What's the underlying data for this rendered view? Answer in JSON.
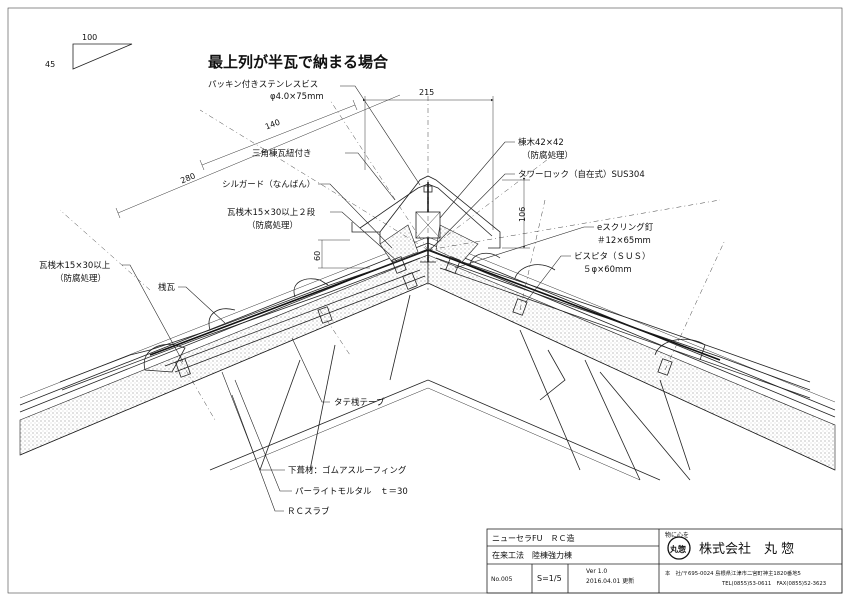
{
  "title": "最上列が半瓦で納まる場合",
  "slope": {
    "run": "100",
    "rise": "45"
  },
  "dimensions": {
    "d215": "215",
    "d140": "140",
    "d280": "280",
    "d106": "106",
    "d60": "60"
  },
  "labels": {
    "packing_screw_1": "パッキン付きステンレスビス",
    "packing_screw_2": "φ4.0×75mm",
    "triangle_ridge": "三角棟瓦紐付き",
    "sill_guard": "シルガード（なんばん）",
    "batten_two_1": "瓦桟木15×30以上２段",
    "batten_two_2": "（防腐処理）",
    "batten_left_1": "瓦桟木15×30以上",
    "batten_left_2": "（防腐処理）",
    "sangawara": "桟瓦",
    "ridge_wood_1": "棟木42×42",
    "ridge_wood_2": "（防腐処理）",
    "tower_lock": "タワーロック（自在式）SUS304",
    "e_screw_1": "eスクリング釘",
    "e_screw_2": "＃12×65mm",
    "bispita_1": "ビスピタ（ＳＵＳ）",
    "bispita_2": "５φ×60mm",
    "tate_tape": "タテ桟テープ",
    "underlay": "下葺材：ゴムアスルーフィング",
    "perlite": "パーライトモルタル　ｔ＝30",
    "rc_slab": "ＲＣスラブ"
  },
  "title_block": {
    "product": "ニューセラFU　ＲＣ造",
    "method": "在来工法　陸棟強力棟",
    "no": "No.005",
    "scale": "S=1/5",
    "version": "Ver 1.0",
    "date_note": "2016.04.01 更新",
    "motto": "物に心を",
    "seal": "丸惣",
    "company": "株式会社　丸 惣",
    "address": "本　社/〒695-0024 島根県江津市二宮町神主1820番地5",
    "tel": "TEL(0855)53-0611　FAX(0855)52-3623"
  }
}
